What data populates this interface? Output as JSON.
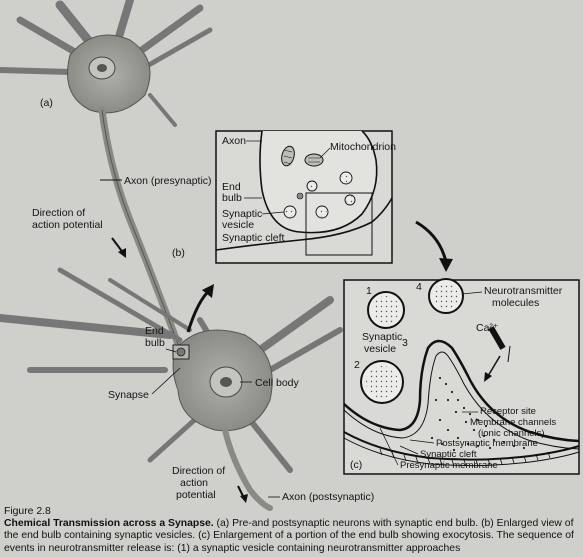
{
  "labels": {
    "a": "(a)",
    "b": "(b)",
    "c": "(c)",
    "axon_pre": "Axon (presynaptic)",
    "direction1_l1": "Direction of",
    "direction1_l2": "action potential",
    "end_bulb_l1": "End",
    "end_bulb_l2": "bulb",
    "synapse": "Synapse",
    "cell_body": "Cell body",
    "direction2_l1": "Direction of",
    "direction2_l2": "action",
    "direction2_l3": "potential",
    "axon_post": "Axon (postsynaptic)"
  },
  "inset_b": {
    "axon": "Axon",
    "mitochondrion": "Mitochondrion",
    "end_bulb_l1": "End",
    "end_bulb_l2": "bulb",
    "vesicle_l1": "Synaptic",
    "vesicle_l2": "vesicle",
    "cleft": "Synaptic cleft"
  },
  "inset_c": {
    "n1": "1",
    "n2": "2",
    "n3": "3",
    "n4": "4",
    "vesicle_l1": "Synaptic",
    "vesicle_l2": "vesicle",
    "nt_l1": "Neurotransmitter",
    "nt_l2": "molecules",
    "ca": "Ca²⁺",
    "receptor": "Receptor site",
    "channels_l1": "Membrane channels",
    "channels_l2": "(ionic channels)",
    "postsyn": "Postsynaptic membrane",
    "cleft": "Synaptic cleft",
    "presyn": "Presynaptic membrane"
  },
  "caption": {
    "figure": "Figure 2.8",
    "title": "Chemical Transmission across a Synapse.",
    "text": " (a) Pre-and postsynaptic neurons with synaptic end bulb. (b) Enlarged view of the end bulb containing synaptic vesicles. (c) Enlargement of a portion of the end bulb showing exocytosis. The sequence of events in neurotransmitter release is: (1) a synaptic vesicle containing neurotransmitter approaches"
  },
  "colors": {
    "background": "#cfcfcb",
    "neuron_fill": "#9a9a95",
    "inset_fill": "#d9d9d5",
    "ink": "#141414"
  }
}
